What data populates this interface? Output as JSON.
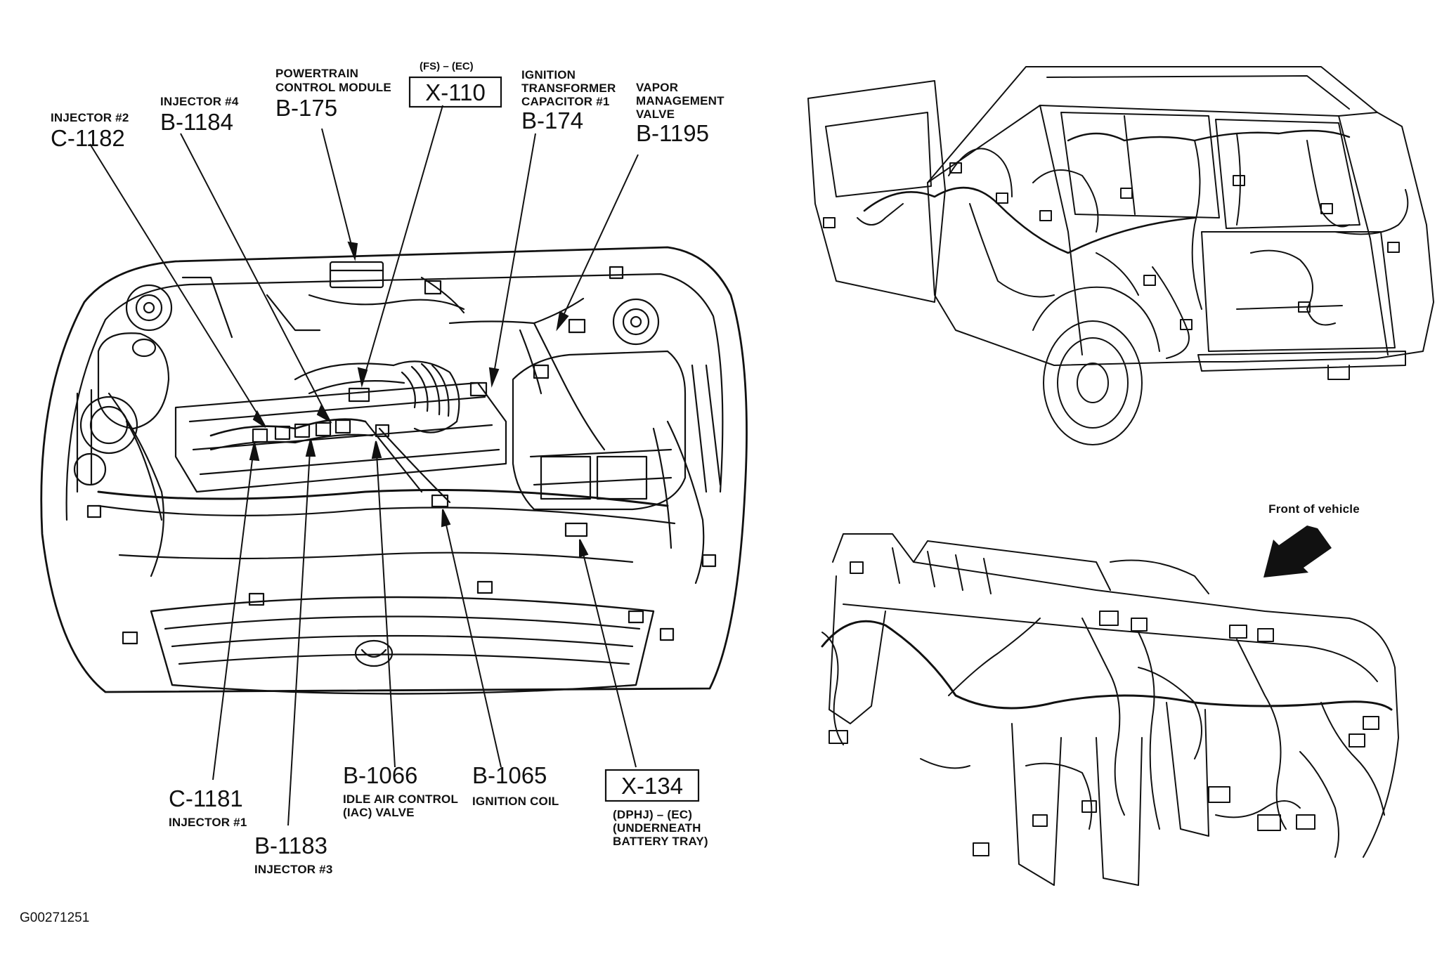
{
  "callouts": {
    "injector2": {
      "desc": "INJECTOR #2",
      "code": "C-1182"
    },
    "injector4": {
      "desc": "INJECTOR #4",
      "code": "B-1184"
    },
    "pcm": {
      "desc": [
        "POWERTRAIN",
        "CONTROL MODULE"
      ],
      "code": "B-175"
    },
    "x110": {
      "note": "(FS) – (EC)",
      "code": "X-110"
    },
    "ignition_capacitor": {
      "desc": [
        "IGNITION",
        "TRANSFORMER",
        "CAPACITOR #1"
      ],
      "code": "B-174"
    },
    "vapor_valve": {
      "desc": [
        "VAPOR",
        "MANAGEMENT",
        "VALVE"
      ],
      "code": "B-1195"
    },
    "injector1": {
      "code": "C-1181",
      "desc": "INJECTOR #1"
    },
    "injector3": {
      "code": "B-1183",
      "desc": "INJECTOR #3"
    },
    "iac_valve": {
      "code": "B-1066",
      "desc": [
        "IDLE AIR CONTROL",
        "(IAC) VALVE"
      ]
    },
    "ignition_coil": {
      "code": "B-1065",
      "desc": "IGNITION COIL"
    },
    "x134": {
      "code": "X-134",
      "note": [
        "(DPHJ) – (EC)",
        "(UNDERNEATH",
        "BATTERY TRAY)"
      ]
    }
  },
  "front_of_vehicle": "Front of vehicle",
  "figure_ref": "G00271251",
  "colors": {
    "ink": "#111111",
    "paper": "#ffffff"
  }
}
